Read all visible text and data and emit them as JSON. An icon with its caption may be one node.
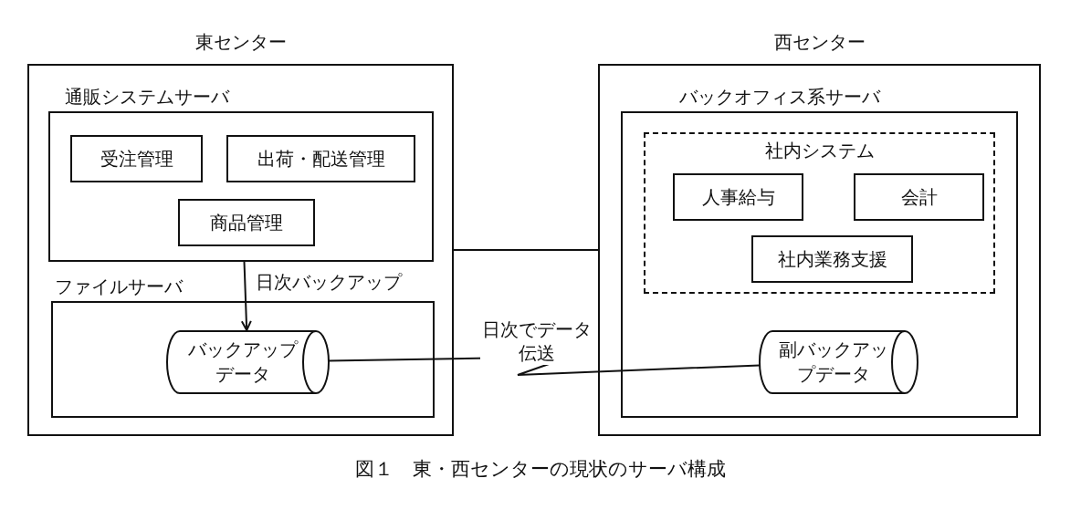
{
  "diagram": {
    "caption": "図１　東・西センターの現状のサーバ構成",
    "nodes": [
      {
        "text": [
          "東センター"
        ]
      },
      {
        "text": [
          "通販システムサーバ"
        ],
        "in": 0
      },
      {
        "text": [
          "受注管理"
        ],
        "in": 1
      },
      {
        "text": [
          "出荷・配送管理"
        ],
        "in": 1
      },
      {
        "text": [
          "商品管理"
        ],
        "in": 1
      },
      {
        "text": [
          "ファイルサーバ"
        ],
        "in": 0
      },
      {
        "text": [
          "バックアップデータ"
        ],
        "in": 5
      },
      {
        "text": [
          "西センター"
        ]
      },
      {
        "text": [
          "バックオフィス系サーバ"
        ],
        "in": 7
      },
      {
        "text": [
          "社内システム"
        ],
        "in": 8
      },
      {
        "text": [
          "人事給与"
        ],
        "in": 9
      },
      {
        "text": [
          "会計"
        ],
        "in": 9
      },
      {
        "text": [
          "社内業務支援"
        ],
        "in": 9
      },
      {
        "text": [
          "副バックアップデータ"
        ],
        "in": 8
      }
    ],
    "edges": [
      {
        "from": 1,
        "to": 6,
        "arrow": "to",
        "label": "日次バックアップ"
      },
      {
        "from": 6,
        "to": 13,
        "arrow": "none",
        "label": "日次でデータ伝送"
      },
      {
        "from": 0,
        "to": 7,
        "arrow": "none"
      }
    ]
  }
}
